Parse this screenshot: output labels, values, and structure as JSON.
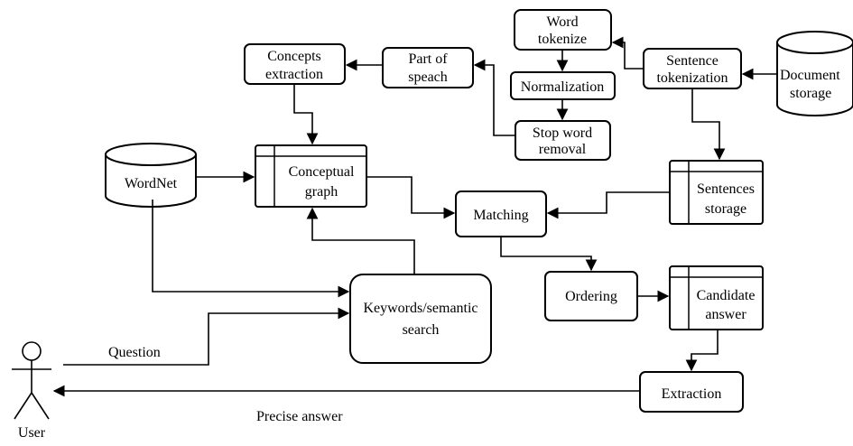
{
  "nodes": {
    "word_tokenize": [
      "Word",
      "tokenize"
    ],
    "normalization": [
      "Normalization"
    ],
    "stop_word_removal": [
      "Stop word",
      "removal"
    ],
    "sentence_tokenization": [
      "Sentence",
      "tokenization"
    ],
    "document_storage": [
      "Document",
      "storage"
    ],
    "part_of_speach": [
      "Part of",
      "speach"
    ],
    "concepts_extraction": [
      "Concepts",
      "extraction"
    ],
    "wordnet": [
      "WordNet"
    ],
    "conceptual_graph": [
      "Conceptual",
      "graph"
    ],
    "matching": [
      "Matching"
    ],
    "sentences_storage": [
      "Sentences",
      "storage"
    ],
    "ordering": [
      "Ordering"
    ],
    "candidate_answer": [
      "Candidate",
      "answer"
    ],
    "keywords_semantic_search": [
      "Keywords/semantic",
      "search"
    ],
    "extraction": [
      "Extraction"
    ],
    "user": [
      "User"
    ]
  },
  "edge_labels": {
    "question": "Question",
    "precise_answer": "Precise answer"
  }
}
